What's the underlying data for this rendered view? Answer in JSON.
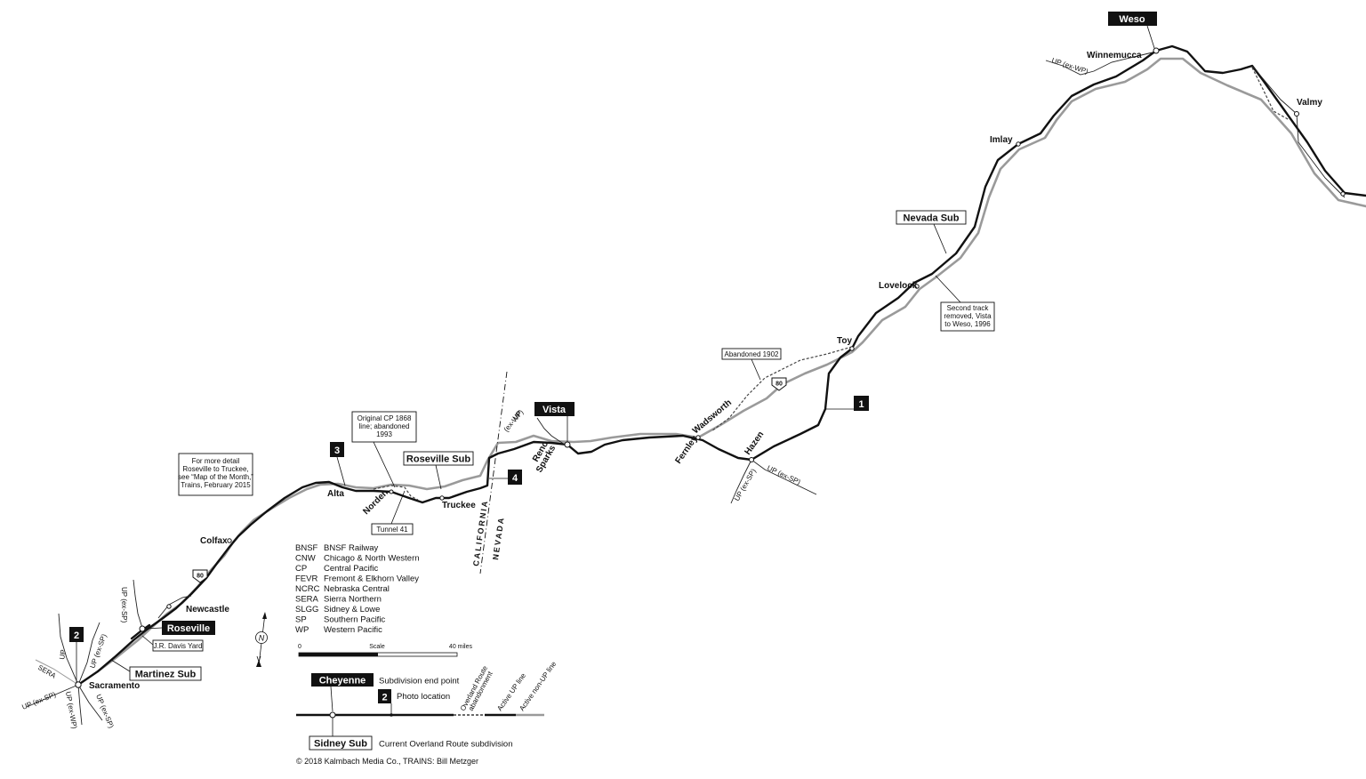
{
  "towns": {
    "weso": "Weso",
    "winnemucca": "Winnemucca",
    "valmy": "Valmy",
    "imlay": "Imlay",
    "lovelock": "Lovelock",
    "toy": "Toy",
    "wadsworth": "Wadsworth",
    "fernley": "Fernley",
    "hazen": "Hazen",
    "vista": "Vista",
    "reno": "Reno",
    "sparks": "Sparks",
    "truckee": "Truckee",
    "norden": "Norden",
    "alta": "Alta",
    "colfax": "Colfax",
    "newcastle": "Newcastle",
    "roseville": "Roseville",
    "sacramento": "Sacramento"
  },
  "subdivisions": {
    "nevada": "Nevada Sub",
    "roseville": "Roseville Sub",
    "martinez": "Martinez Sub"
  },
  "yards": {
    "jr_davis": "J.R. Davis Yard"
  },
  "tunnels": {
    "tunnel41": "Tunnel 41"
  },
  "notes": {
    "abandoned_1902": "Abandoned 1902",
    "second_track": [
      "Second track",
      "removed, Vista",
      "to Weso, 1996"
    ],
    "original_cp": [
      "Original CP 1868",
      "line; abandoned",
      "1993"
    ],
    "more_detail": [
      "For more detail",
      "Roseville to Truckee,",
      "see “Map of the Month,”",
      "Trains, February 2015"
    ]
  },
  "line_labels": {
    "winnemucca_up_wp": "UP (ex-WP)",
    "vista_up_wp": [
      "UP",
      "(ex-WP)"
    ],
    "hazen_up_sp_east": "UP (ex-SP)",
    "hazen_up_sp_south": "UP (ex-SP)",
    "roseville_up_sp": "UP (ex-SP)",
    "sacramento_up": "UP",
    "sacramento_up_sp_ne": "UP (ex-SP)",
    "sacramento_sera": "SERA",
    "sacramento_up_sp_w": "UP (ex-SP)",
    "sacramento_up_wp": "UP (ex-WP)",
    "sacramento_up_sp_s": "UP (ex-SP)"
  },
  "highways": {
    "i80": "80"
  },
  "photo_locations": [
    "1",
    "2",
    "3",
    "4"
  ],
  "states": {
    "california": "CALIFORNIA",
    "nevada": "NEVADA"
  },
  "abbreviations": [
    {
      "code": "BNSF",
      "name": "BNSF Railway"
    },
    {
      "code": "CNW",
      "name": "Chicago & North Western"
    },
    {
      "code": "CP",
      "name": "Central Pacific"
    },
    {
      "code": "FEVR",
      "name": "Fremont & Elkhorn Valley"
    },
    {
      "code": "NCRC",
      "name": "Nebraska Central"
    },
    {
      "code": "SERA",
      "name": "Sierra Northern"
    },
    {
      "code": "SLGG",
      "name": "Sidney & Lowe"
    },
    {
      "code": "SP",
      "name": "Southern Pacific"
    },
    {
      "code": "WP",
      "name": "Western Pacific"
    }
  ],
  "compass": {
    "letter": "N"
  },
  "scale": {
    "zero": "0",
    "label": "Scale",
    "max": "40 miles"
  },
  "legend": {
    "endpoint_example": "Cheyenne",
    "endpoint_desc": "Subdivision end point",
    "photo_example": "2",
    "photo_desc": "Photo location",
    "sub_example": "Sidney Sub",
    "sub_desc": "Current Overland Route subdivision",
    "abandonment_desc": [
      "Overland Route",
      "abandonment"
    ],
    "active_up_desc": "Active UP line",
    "active_nonup_desc": "Active non-UP line"
  },
  "copyright": "© 2018 Kalmbach Media Co., TRAINS: Bill Metzger",
  "colors": {
    "active_up": "#111111",
    "non_up": "#9a9a9a",
    "background": "#ffffff"
  }
}
